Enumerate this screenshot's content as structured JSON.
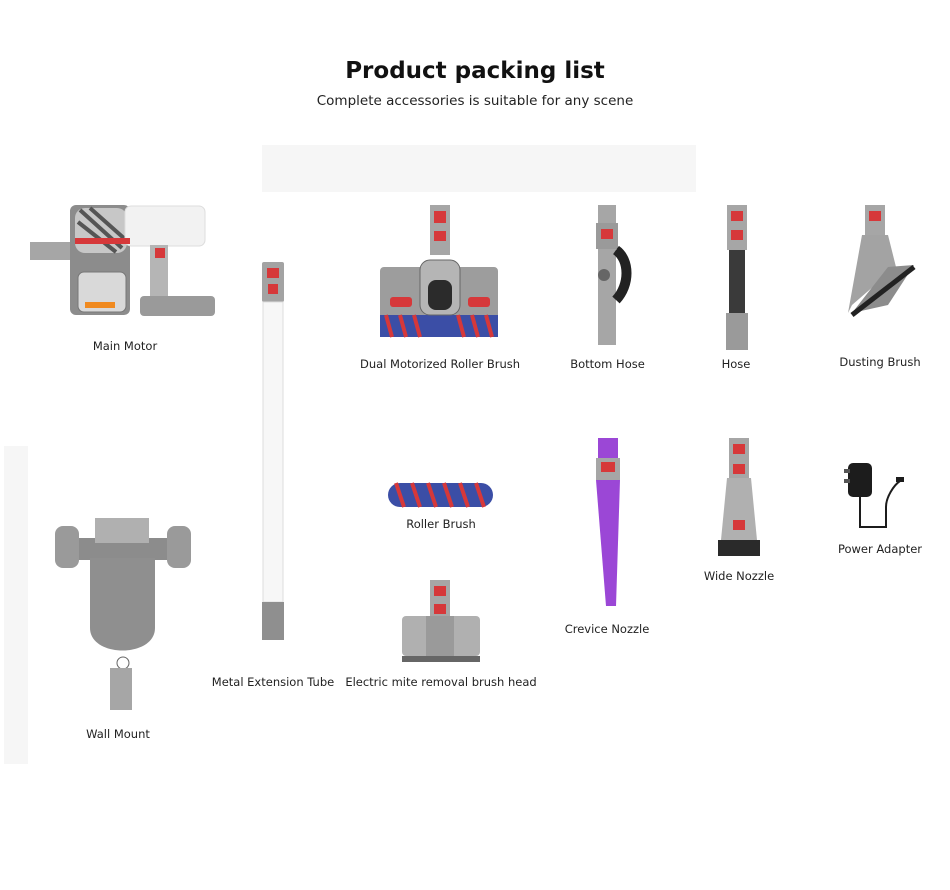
{
  "header": {
    "title": "Product packing list",
    "subtitle": "Complete accessories is suitable for any scene"
  },
  "items": {
    "main_motor": "Main Motor",
    "dual_roller": "Dual Motorized Roller Brush",
    "bottom_hose": "Bottom Hose",
    "hose": "Hose",
    "dusting_brush": "Dusting Brush",
    "roller_brush": "Roller Brush",
    "crevice_nozzle": "Crevice Nozzle",
    "wide_nozzle": "Wide Nozzle",
    "power_adapter": "Power Adapter",
    "wall_mount": "Wall Mount",
    "extension_tube": "Metal Extension Tube",
    "mite_brush": "Electric mite removal brush head"
  },
  "colors": {
    "accent_red": "#d6383a",
    "metal": "#a9a9a9",
    "purple": "#9b47d6",
    "brush_blue": "#3b4ea6"
  }
}
